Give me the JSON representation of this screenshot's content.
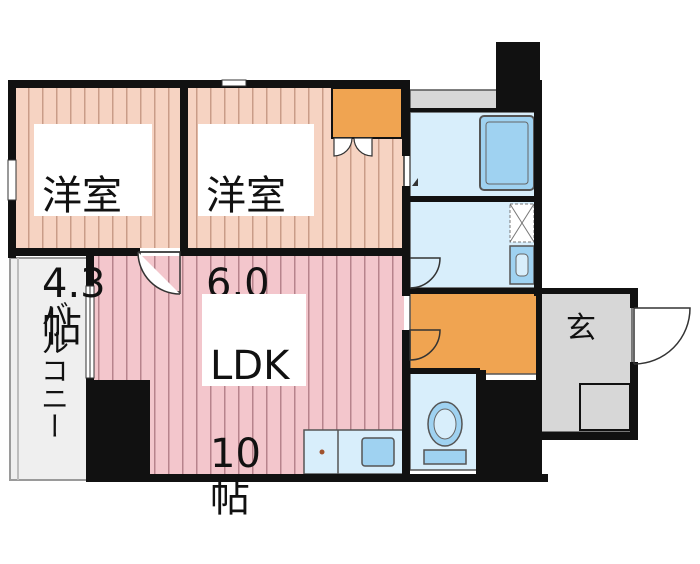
{
  "rooms": {
    "western_room_1": {
      "name": "洋室",
      "size": "4.3帖"
    },
    "western_room_2": {
      "name": "洋室",
      "size": "6.0帖"
    },
    "ldk": {
      "name": "LDK",
      "size": "10帖"
    },
    "entrance": {
      "name": "玄"
    },
    "balcony": {
      "name": "バルコニー"
    }
  },
  "colors": {
    "wall": "#111111",
    "wood_floor": "#f6d3c2",
    "wood_stripe": "#c99c88",
    "ldk_floor": "#f3c6cc",
    "ldk_stripe": "#b7838c",
    "wet_area": "#d8eefb",
    "orange_area": "#f0a451",
    "entrance_floor": "#d7d7d7",
    "balcony_floor": "#efefef"
  }
}
